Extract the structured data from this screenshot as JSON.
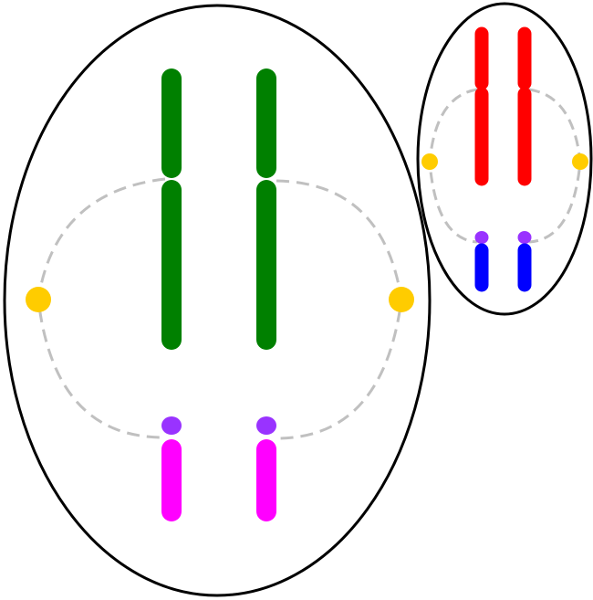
{
  "colors": {
    "background": "#ffffff",
    "cell_outline": "#000000",
    "spindle": "#c0c0c0",
    "centrosome": "#ffcc00",
    "large_cell_long_arm": "#008000",
    "large_cell_short_arm": "#ff00ff",
    "large_cell_centromere": "#9933ff",
    "small_cell_long_arm": "#ff0000",
    "small_cell_short_arm": "#0000ff",
    "small_cell_centromere": "#9933ff"
  },
  "cells": [
    {
      "id": "large-cell",
      "chromosome_count": 2,
      "centrosome_count": 2,
      "arm_color_names": [
        "green",
        "magenta"
      ],
      "centromere_color_name": "purple"
    },
    {
      "id": "small-cell",
      "chromosome_count": 2,
      "centrosome_count": 2,
      "arm_color_names": [
        "red",
        "blue"
      ],
      "centromere_color_name": "purple"
    }
  ]
}
